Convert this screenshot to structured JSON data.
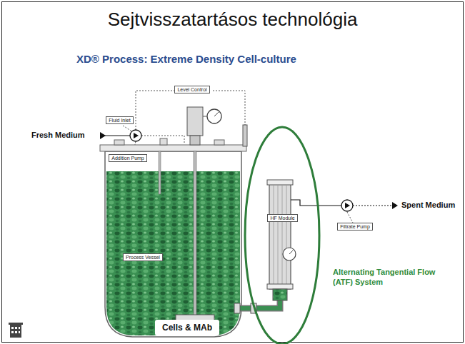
{
  "diagram": {
    "title": "Sejtvisszatartásos technológia",
    "nodes": [
      {
        "text": [
          "Level Control"
        ]
      },
      {
        "text": [
          "Fluid Inlet"
        ]
      },
      {
        "text": [
          "Addition Pump"
        ]
      },
      {
        "text": [
          "Process Vessel"
        ]
      },
      {
        "text": [
          "HF Module"
        ]
      },
      {
        "text": [
          "Filtrate Pump"
        ]
      },
      {
        "text": [
          "Cells & MAb"
        ]
      }
    ],
    "labels": [
      "XD® Process: Extreme Density Cell-culture",
      "Fresh Medium",
      "Spent Medium",
      "Alternating Tangential Flow (ATF) System"
    ]
  }
}
